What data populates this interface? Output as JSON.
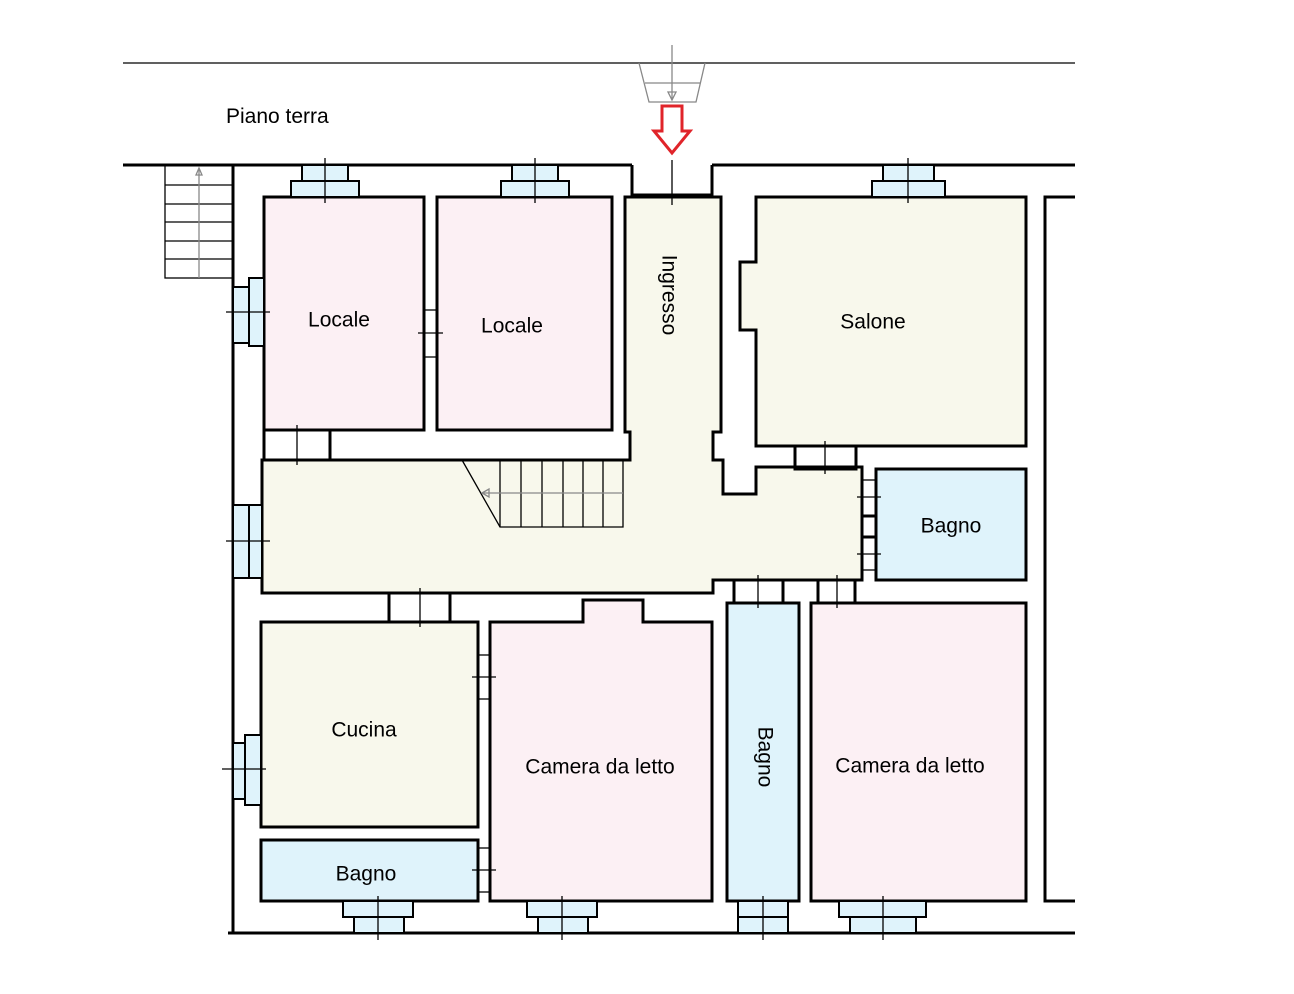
{
  "plan": {
    "title": "Piano terra",
    "rooms": {
      "locale_1": "Locale",
      "locale_2": "Locale",
      "ingresso": "Ingresso",
      "salone": "Salone",
      "bagno_right": "Bagno",
      "cucina": "Cucina",
      "bagno_bottom_left": "Bagno",
      "camera_1": "Camera da letto",
      "bagno_vertical": "Bagno",
      "camera_2": "Camera da letto"
    },
    "colors": {
      "pink": "#fcf0f4",
      "cream": "#f8f8ec",
      "blue": "#dff3fb",
      "entrance_arrow": "#e0242a"
    }
  }
}
